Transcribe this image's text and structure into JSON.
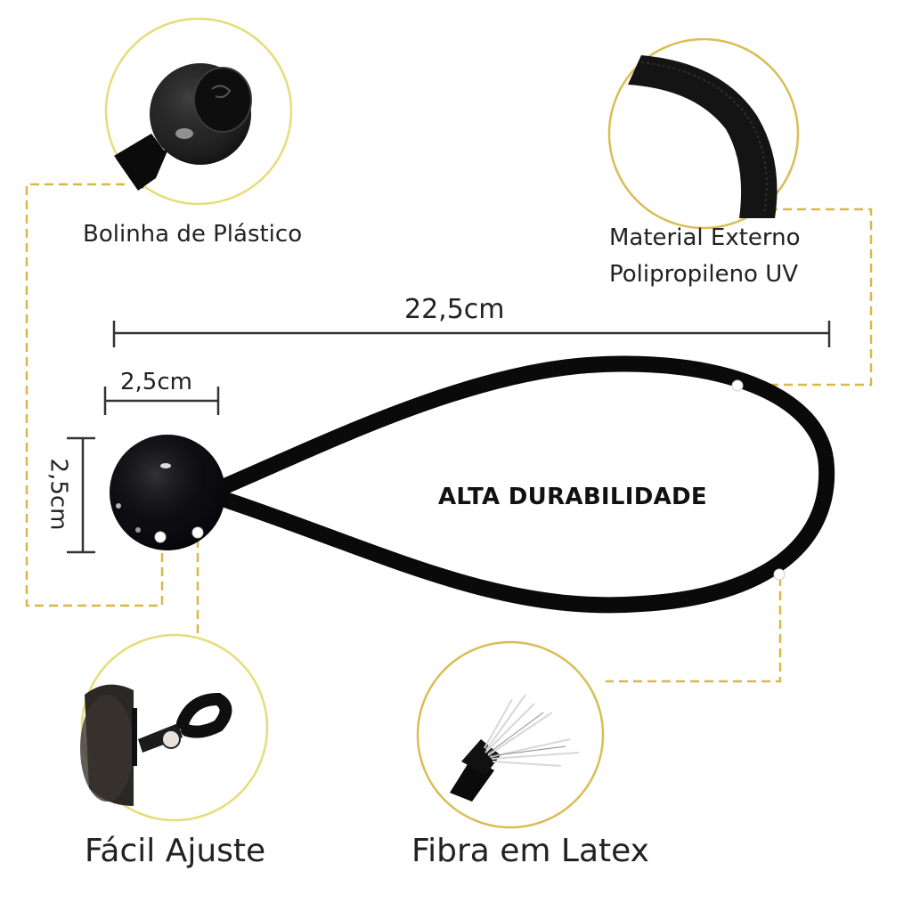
{
  "colors": {
    "leader_line": "#d9b84a",
    "circle_border": "#e3d46a",
    "cord": "#0a0a0a",
    "text": "#222222"
  },
  "features": [
    {
      "id": "plastic-ball",
      "label": "Bolinha de Plástico"
    },
    {
      "id": "outer-material",
      "label_line1": "Material Externo",
      "label_line2": "Polipropileno UV"
    },
    {
      "id": "easy-adjust",
      "label": "Fácil Ajuste"
    },
    {
      "id": "latex-fiber",
      "label": "Fibra em Latex"
    }
  ],
  "dimensions": {
    "total_length": "22,5cm",
    "ball_width": "2,5cm",
    "ball_height": "2,5cm"
  },
  "center": {
    "title": "ALTA DURABILIDADE"
  }
}
